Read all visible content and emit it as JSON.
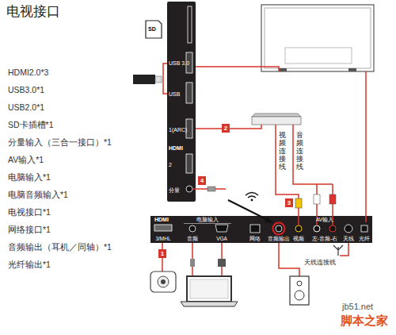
{
  "diagram": {
    "title": "电视接口",
    "nodes": [
      {
        "text": [
          "USB 3.0",
          "USB",
          "1(ARC)",
          "HDMI",
          "2",
          "分量"
        ]
      },
      {
        "text": [
          "2"
        ]
      },
      {
        "text": [
          "4"
        ]
      },
      {
        "text": [
          "3"
        ]
      },
      {
        "text": [
          "HDMI",
          "3/MHL",
          "电脑输入",
          "音频",
          "VGA",
          "网络",
          "音频输出",
          "视频",
          "AV输入",
          "左-音频-右",
          "天线",
          "光纤"
        ]
      },
      {
        "text": [
          "1"
        ]
      }
    ],
    "labels": [
      "HDMI2.0*3",
      "USB3.0*1",
      "USB2.0*1",
      "SD卡插槽*1",
      "分量输入（三合一接口）*1",
      "AV输入*1",
      "电脑输入*1",
      "电脑音频输入*1",
      "电视接口*1",
      "网络接口*1",
      "音频输出（耳机／同轴）*1",
      "光纤输出*1",
      "SD",
      "视频连接线",
      "音频连接线",
      "天线连接线",
      "jb51.net",
      "脚本之家"
    ]
  }
}
